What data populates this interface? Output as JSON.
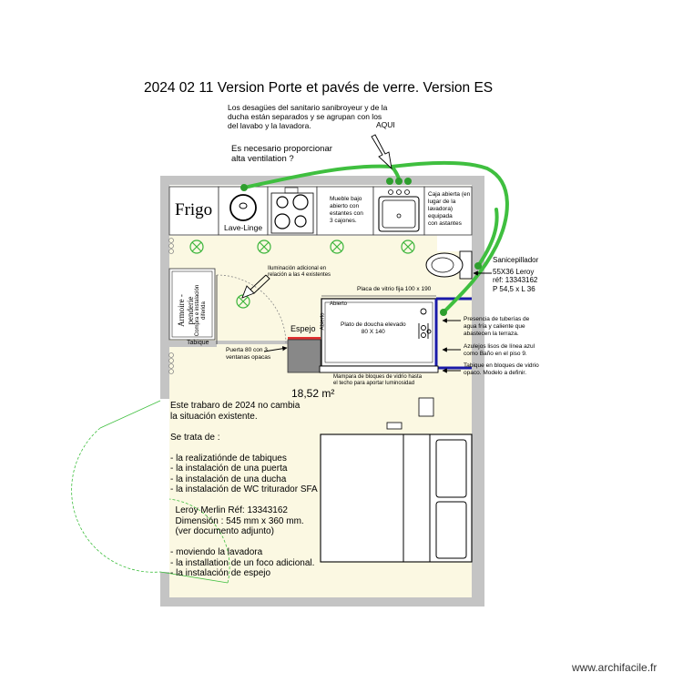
{
  "title": "2024 02 11 Version  Porte et pavés de verre. Version ES",
  "annotations": {
    "drains_note": [
      "Los desagües del sanitario sanibroyeur y de la",
      "ducha están separados y se agrupan con los",
      "del lavabo y la lavadora."
    ],
    "aqui": "AQUI",
    "ventilation": [
      "Es necesario proporcionar",
      "alta ventilation ?"
    ],
    "lighting": [
      "Iluminación  adicional en",
      "relación a las 4 existentes"
    ],
    "glass_plate": "Placa de vitrio fija 100 x 190",
    "sanitary": [
      "Sanicepillador",
      "55X36 Leroy",
      "réf: 13343162",
      "P 54,5 x L 36"
    ],
    "pipes": [
      "Presencia de tuberías de",
      "agua fría y caliente que",
      "abastecen la terraza."
    ],
    "tiles": [
      "Azulejos lisos de línea azul",
      "como Baño en el piso 9."
    ],
    "partition": [
      "Tabique en bloques de vidrio",
      "opaco. Modelo a definir."
    ],
    "glass_wall": [
      "Mampara de bloques de vidrio hasta",
      "el techo para aportar luminosidad"
    ],
    "door": [
      "Puerta 80 con 3",
      "ventanas opacas"
    ]
  },
  "furniture": {
    "frigo": "Frigo",
    "lave_linge": "Lave-Linge",
    "cabinet": [
      "Mueble bajo",
      "abierto con",
      "estantes con",
      "3 cajones."
    ],
    "open_box": [
      "Caja abierta (en",
      "lugar  de la",
      "lavadora)",
      "equipada",
      "con astantes"
    ],
    "wardrobe": [
      "Armoire - penderie",
      "Compra e instalación",
      "diferida"
    ],
    "tabique": "Tabique",
    "espejo": "Espejo",
    "shower_tray": [
      "Plato de doucha elevado",
      "80 X 140"
    ],
    "abierto_top": "Abierto",
    "abierto_side": "Abierto"
  },
  "area": "18,52 m²",
  "notes": [
    "Este trabaro de 2024 no cambia",
    "la situación existente.",
    "",
    "Se trata de :",
    "",
    "- la realizatiónde de tabiques",
    "- la instalación de una puerta",
    "- la instalación de una ducha",
    "- la instalación de WC triturador SFA",
    "",
    "  Leroy Merlin Réf: 13343162",
    "  Dimensión : 545 mm x 360 mm.",
    "  (ver documento adjunto)",
    "",
    "- moviendo la lavadora",
    "- la installation de un foco adicional.",
    "- la instalación de espejo"
  ],
  "watermark": "www.archifacile.fr",
  "colors": {
    "wall": "#c4c4c4",
    "floor": "#fbf8e2",
    "pipe": "#3fbf3f",
    "partition": "#1a1aa8",
    "mirror": "#e03030",
    "light": "#3cb53c"
  }
}
